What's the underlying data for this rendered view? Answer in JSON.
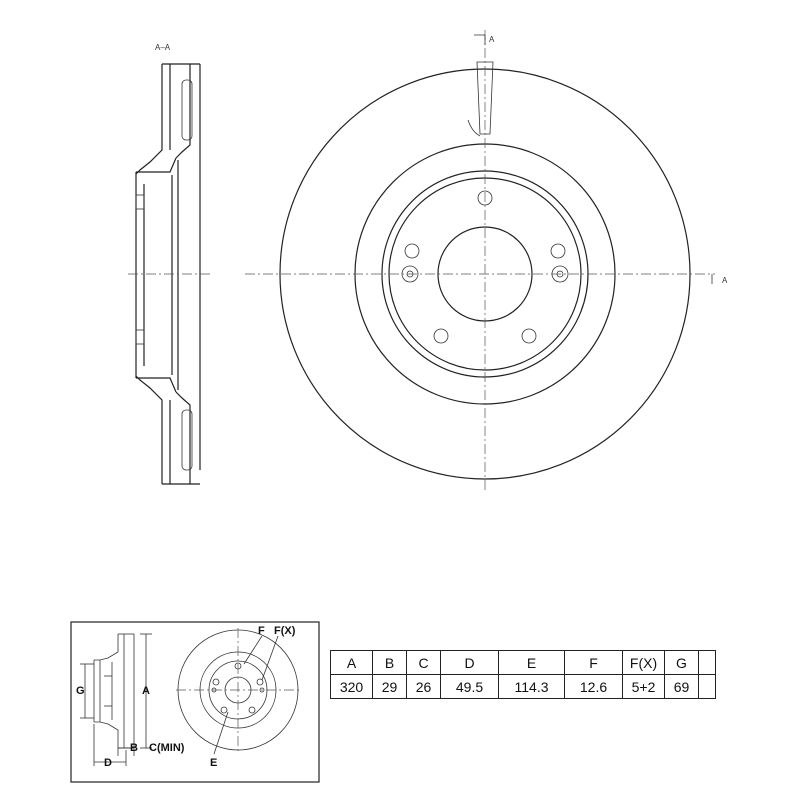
{
  "drawing": {
    "section_label": "A–A",
    "cut_marker_top": "A",
    "cut_marker_right": "A"
  },
  "key": {
    "labels": {
      "A": "A",
      "G": "G",
      "B": "B",
      "C": "C(MIN)",
      "D": "D",
      "E": "E",
      "F": "F",
      "FX": "F(X)"
    }
  },
  "table": {
    "headers": [
      "A",
      "B",
      "C",
      "D",
      "E",
      "F",
      "F(X)",
      "G",
      ""
    ],
    "values": [
      "320",
      "29",
      "26",
      "49.5",
      "114.3",
      "12.6",
      "5+2",
      "69",
      ""
    ]
  }
}
